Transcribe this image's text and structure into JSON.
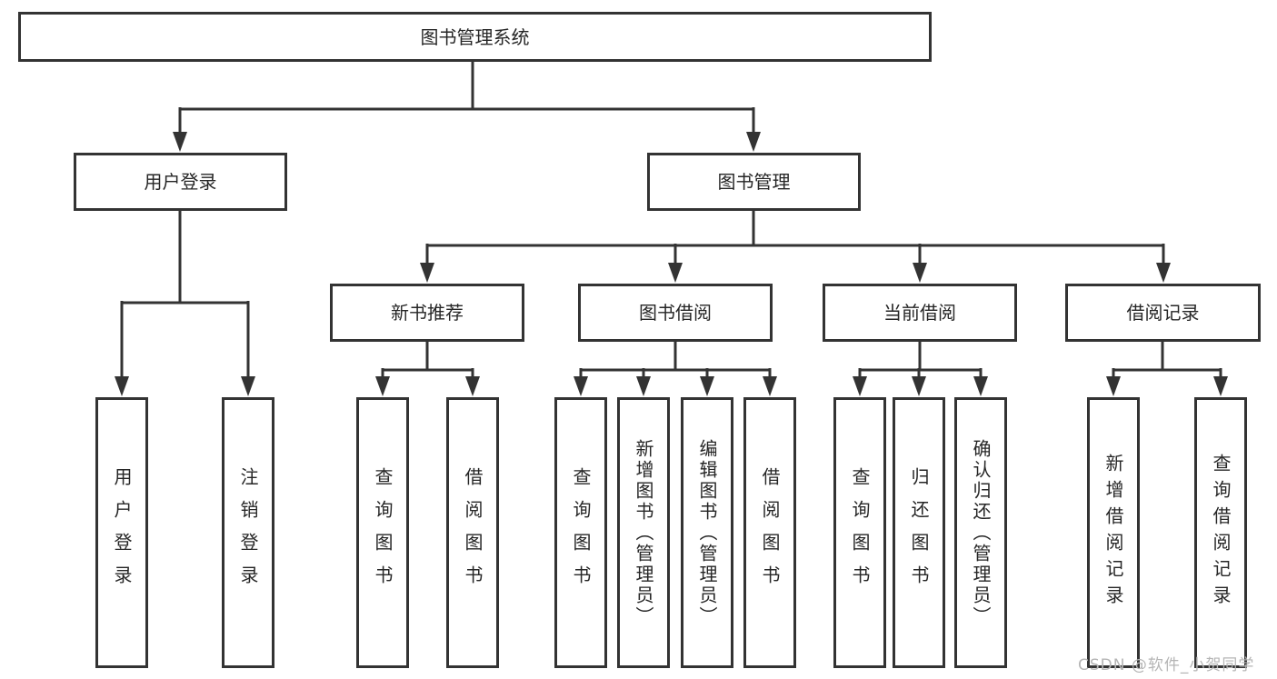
{
  "diagram": {
    "title": "图书管理系统",
    "level2": {
      "user_login": "用户登录",
      "book_management": "图书管理"
    },
    "level3": {
      "new_book": "新书推荐",
      "book_borrow": "图书借阅",
      "current_borrow": "当前借阅",
      "borrow_record": "借阅记录"
    },
    "leaves": {
      "user_login": [
        "用户登录",
        "注销登录"
      ],
      "new_book": [
        "查询图书",
        "借阅图书"
      ],
      "book_borrow": [
        "查询图书",
        "新增图书（管理员）",
        "编辑图书（管理员）",
        "借阅图书"
      ],
      "current_borrow": [
        "查询图书",
        "归还图书",
        "确认归还（管理员）"
      ],
      "borrow_record": [
        "新增借阅记录",
        "查询借阅记录"
      ]
    }
  },
  "watermark": "CSDN @软件_小贺同学",
  "colors": {
    "line": "#333333",
    "text": "#262626",
    "watermark": "#b5b5b5",
    "background": "#ffffff"
  }
}
